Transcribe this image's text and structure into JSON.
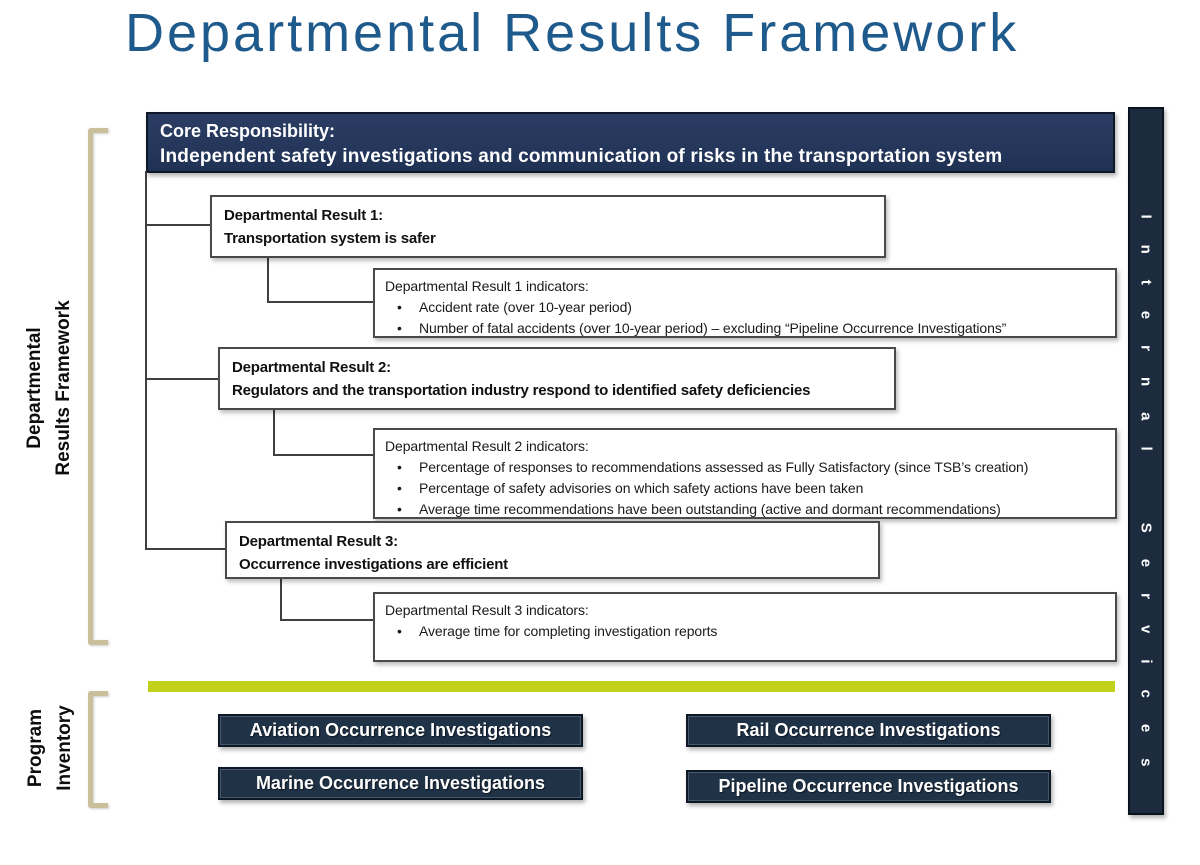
{
  "title": "Departmental Results Framework",
  "colors": {
    "title_blue": "#1f5a8c",
    "header_navy": "#24375c",
    "bar_navy": "#1c2b3e",
    "program_navy": "#203246",
    "accent_green": "#c1d119",
    "bracket_tan": "#c9c09b"
  },
  "core_responsibility": {
    "label": "Core Responsibility:",
    "text": "Independent safety investigations and communication of risks in the transportation system"
  },
  "internal_services_label": "Internal Services",
  "framework_bracket": {
    "line1": "Departmental",
    "line2": "Results Framework"
  },
  "program_bracket": {
    "line1": "Program",
    "line2": "Inventory"
  },
  "results": [
    {
      "title": "Departmental Result 1:",
      "description": "Transportation system is safer",
      "indicators_title": "Departmental Result 1 indicators:",
      "indicators": [
        "Accident rate (over 10-year period)",
        "Number of fatal accidents (over 10-year period) – excluding “Pipeline Occurrence Investigations”"
      ]
    },
    {
      "title": "Departmental Result 2:",
      "description": "Regulators and the transportation industry respond to identified safety deficiencies",
      "indicators_title": "Departmental Result 2 indicators:",
      "indicators": [
        "Percentage of responses to recommendations assessed as Fully Satisfactory (since TSB’s creation)",
        "Percentage of safety advisories on which safety actions have been taken",
        "Average time recommendations have been outstanding (active and dormant recommendations)"
      ]
    },
    {
      "title": "Departmental Result 3:",
      "description": "Occurrence investigations are efficient",
      "indicators_title": "Departmental Result 3 indicators:",
      "indicators": [
        "Average time for completing investigation reports"
      ]
    }
  ],
  "programs": [
    "Aviation Occurrence Investigations",
    "Rail Occurrence Investigations",
    "Marine Occurrence Investigations",
    "Pipeline Occurrence Investigations"
  ]
}
